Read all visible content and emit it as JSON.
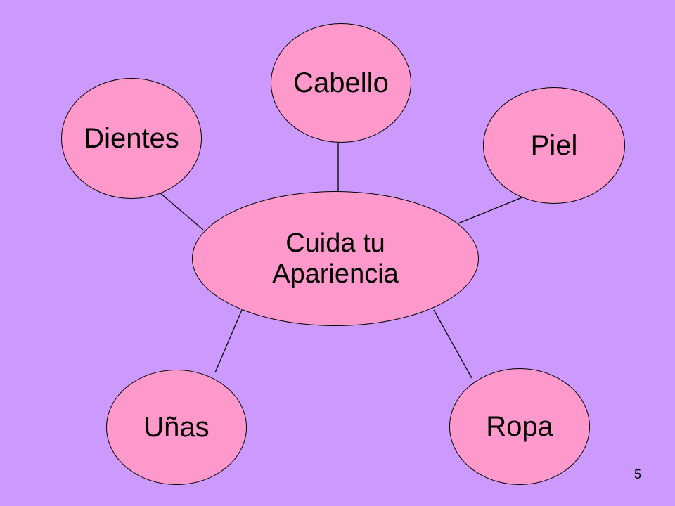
{
  "slide": {
    "background_color": "#cc99ff",
    "node_fill": "#ff99cc",
    "page_number": "5"
  },
  "diagram": {
    "center": {
      "line1": "Cuida tu",
      "line2": "Apariencia"
    },
    "nodes": [
      {
        "id": "cabello",
        "label": "Cabello"
      },
      {
        "id": "dientes",
        "label": "Dientes"
      },
      {
        "id": "piel",
        "label": "Piel"
      },
      {
        "id": "unas",
        "label": "Uñas"
      },
      {
        "id": "ropa",
        "label": "Ropa"
      }
    ]
  }
}
